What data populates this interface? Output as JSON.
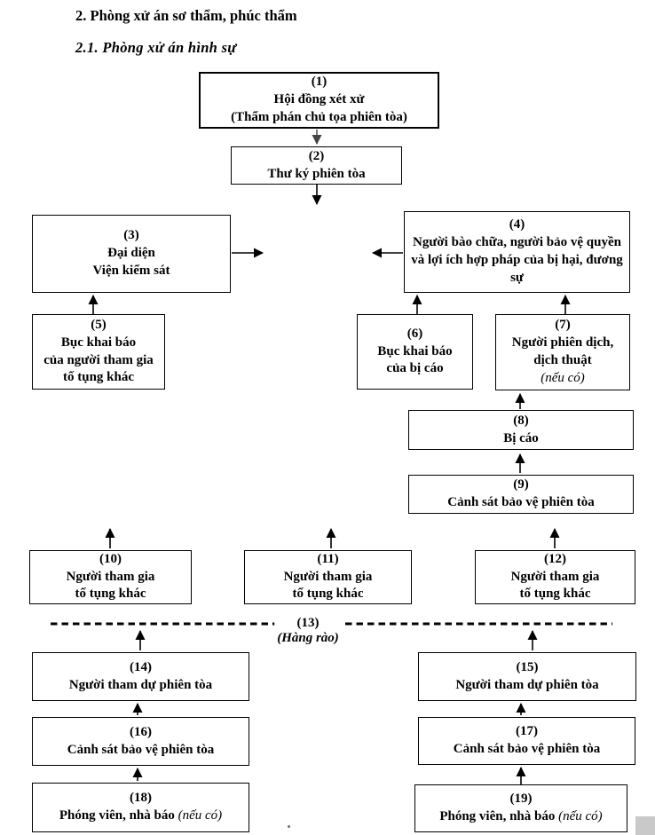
{
  "page": {
    "title": "2. Phòng xử án sơ thẩm, phúc thẩm",
    "subtitle": "2.1. Phòng xử án hình sự"
  },
  "boxes": {
    "b1": {
      "num": "(1)",
      "l1": "Hội đồng xét xử",
      "l2": "(Thẩm phán chủ tọa phiên tòa)"
    },
    "b2": {
      "num": "(2)",
      "l1": "Thư ký phiên tòa"
    },
    "b3": {
      "num": "(3)",
      "l1": "Đại diện",
      "l2": "Viện kiểm sát"
    },
    "b4": {
      "num": "(4)",
      "l1": "Người bào chữa, người bảo vệ quyền và lợi ích hợp pháp của bị hại, đương sự"
    },
    "b5": {
      "num": "(5)",
      "l1": "Bục khai báo",
      "l2": "của người tham gia",
      "l3": "tố tụng khác"
    },
    "b6": {
      "num": "(6)",
      "l1": "Bục khai báo",
      "l2": "của bị cáo"
    },
    "b7": {
      "num": "(7)",
      "l1": "Người phiên dịch,",
      "l2": "dịch thuật",
      "note": "(nếu có)"
    },
    "b8": {
      "num": "(8)",
      "l1": "Bị cáo"
    },
    "b9": {
      "num": "(9)",
      "l1": "Cảnh sát bảo vệ phiên tòa"
    },
    "b10": {
      "num": "(10)",
      "l1": "Người tham gia",
      "l2": "tố tụng khác"
    },
    "b11": {
      "num": "(11)",
      "l1": "Người tham gia",
      "l2": "tố tụng khác"
    },
    "b12": {
      "num": "(12)",
      "l1": "Người tham gia",
      "l2": "tố tụng khác"
    },
    "b14": {
      "num": "(14)",
      "l1": "Người tham dự phiên tòa"
    },
    "b15": {
      "num": "(15)",
      "l1": "Người tham dự phiên tòa"
    },
    "b16": {
      "num": "(16)",
      "l1": "Cảnh sát bảo vệ phiên tòa"
    },
    "b17": {
      "num": "(17)",
      "l1": "Cảnh sát bảo vệ phiên tòa"
    },
    "b18": {
      "num": "(18)",
      "l1": "Phóng viên, nhà báo",
      "note": "(nếu có)"
    },
    "b19": {
      "num": "(19)",
      "l1": "Phóng viên, nhà báo",
      "note": "(nếu có)"
    }
  },
  "fence": {
    "num": "(13)",
    "label": "(Hàng rào)"
  },
  "colors": {
    "text": "#000000",
    "box_border": "#000000",
    "arrow": "#000000",
    "arrow_muted": "#555555",
    "background": "#ffffff",
    "corner_artifact": "#c9c9c9"
  }
}
